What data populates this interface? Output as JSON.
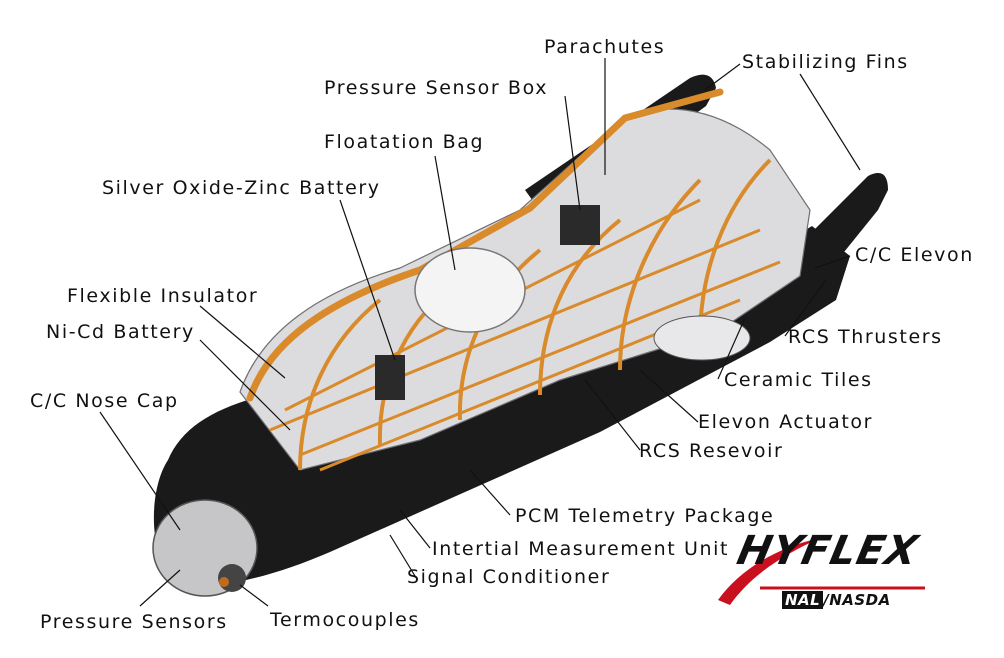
{
  "labels": {
    "parachutes": "Parachutes",
    "stabilizing_fins": "Stabilizing Fins",
    "pressure_sensor_box": "Pressure Sensor Box",
    "floatation_bag": "Floatation Bag",
    "silver_oxide_zinc_battery": "Silver Oxide-Zinc Battery",
    "cc_elevon": "C/C Elevon",
    "flexible_insulator": "Flexible Insulator",
    "nicd_battery": "Ni-Cd Battery",
    "rcs_thrusters": "RCS Thrusters",
    "ceramic_tiles": "Ceramic Tiles",
    "cc_nose_cap": "C/C Nose Cap",
    "elevon_actuator": "Elevon Actuator",
    "rcs_resevoir": "RCS Resevoir",
    "pcm_telemetry_package": "PCM Telemetry Package",
    "intertial_measurement_unit": "Intertial Measurement Unit",
    "signal_conditioner": "Signal Conditioner",
    "pressure_sensors": "Pressure Sensors",
    "termocouples": "Termocouples"
  },
  "logo": {
    "name": "HYFLEX",
    "sub_left": "NAL",
    "sub_sep": "/",
    "sub_right": "NASDA"
  },
  "colors": {
    "body_dark": "#1a1a1a",
    "frame_orange": "#d98a2b",
    "structure_light": "#dcdcde",
    "logo_red": "#c8101e"
  }
}
